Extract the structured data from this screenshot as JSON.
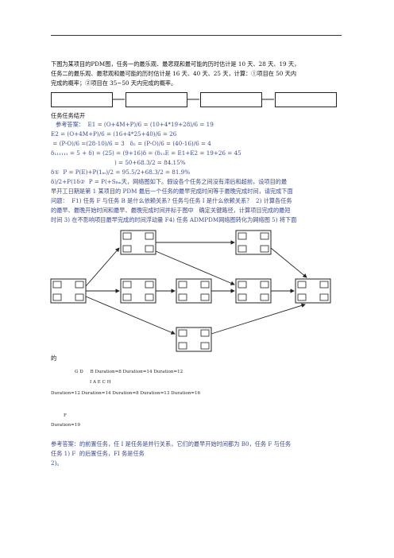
{
  "intro": [
    "下图为某项目的PDM图，任务一的最乐观、最悲观和最可能的历时估计是 10 天、28 天、19 天，",
    "任务二的最乐观、最悲观和最可能的历时估计是 16 天、40 天、25 天，计算：①项目在 50 天内",
    "完成的概率；②项目在 35~50 天内完成的概率。"
  ],
  "task_label": "任务任务结开",
  "answer1": [
    "参考答案：  E1 = (O+4M+P)/6 = (10+4*19+28)/6 = 19",
    "E2 = (O+4M+P)/6 = (16+4*25+40)/6 = 26",
    " = (P-O)/6 =(28-10)/6 = 3   δ₂ = (P-O)/6 = (40-16)/6 = 4",
    "δ₁₁₁₁₁₁ = 5 + δ) = (25) = (9+16)δ = (δ₁₁E = E1+E2 = 19+26 = 45",
    "                                   ) = 50+68.3/2 = 84.15%",
    "δ①  P = P(E)+P(1ᵢₙ)/2 = 95.5/2+68.3/2 = 81.9%"
  ],
  "question2": [
    "δ)/2+P(1δ②  P = P(+Sᵦₘ天，网络图如下。假设各个任务之间没有滞后和超前，设项目的最",
    "早开工日期是第 1 某项目的 PDM 最后一个任务的最早完成时间等于最晚完成时间，请完成下面",
    "问题：  F1) 任务 F 与任务 B 是什么依赖关系? 任务与任务 I 是什么依赖关系？  2) 计算各任务",
    "的最早、最晚开始时间和最早、最晚完成时间并标于图中   确定关键路径，计算项目完成的最短",
    "时间 3) 在不影响项目最早完成的时间浮动量 F4) 任务 ADMPDM网络图转化为网络图 5) 将下面"
  ],
  "de": "的",
  "legend": {
    "row1": "G D     B Duration=8 Duration=14 Duration=12",
    "row2": "I A E C H",
    "row3": "Duration=12 Duration=14 Duration=8 Duration=13 Duration=16",
    "f_label": "F",
    "f_duration": "Duration=19"
  },
  "answer2": [
    "参考答案：的前置任务，任 I 是任务是并行关系，它们的最早开始时间都为 B0，任务 F 与任务",
    "任务 1) F  的后置任务，FI 务是任务",
    "2)。"
  ],
  "colors": {
    "answer_blue": "#3b4a9a",
    "text": "#111111"
  }
}
